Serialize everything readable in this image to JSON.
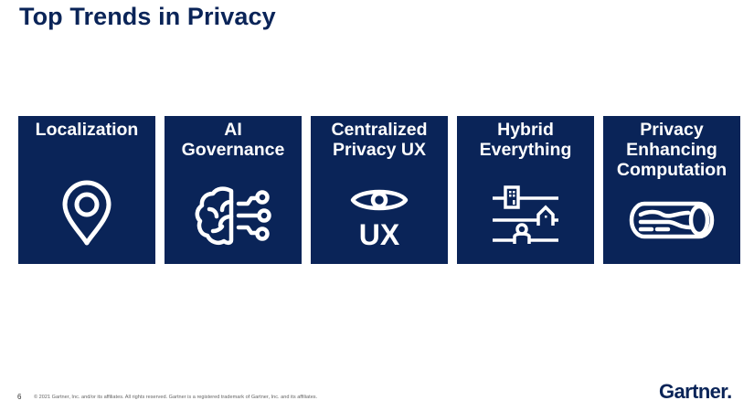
{
  "slide": {
    "title": "Top Trends in Privacy",
    "page_number": "6",
    "copyright": "© 2021 Gartner, Inc. and/or its affiliates. All rights reserved. Gartner is a registered trademark of Gartner, Inc. and its affiliates.",
    "logo_text": "Gartner",
    "tile_color": "#0a2458"
  },
  "tiles": [
    {
      "label": "Localization",
      "icon": "map-pin-icon"
    },
    {
      "label": "AI\nGovernance",
      "icon": "ai-brain-circuit-icon"
    },
    {
      "label": "Centralized\nPrivacy UX",
      "icon": "eye-ux-icon",
      "icon_text": "UX"
    },
    {
      "label": "Hybrid\nEverything",
      "icon": "hybrid-buildings-icon"
    },
    {
      "label": "Privacy\nEnhancing\nComputation",
      "icon": "data-pipe-icon"
    }
  ]
}
